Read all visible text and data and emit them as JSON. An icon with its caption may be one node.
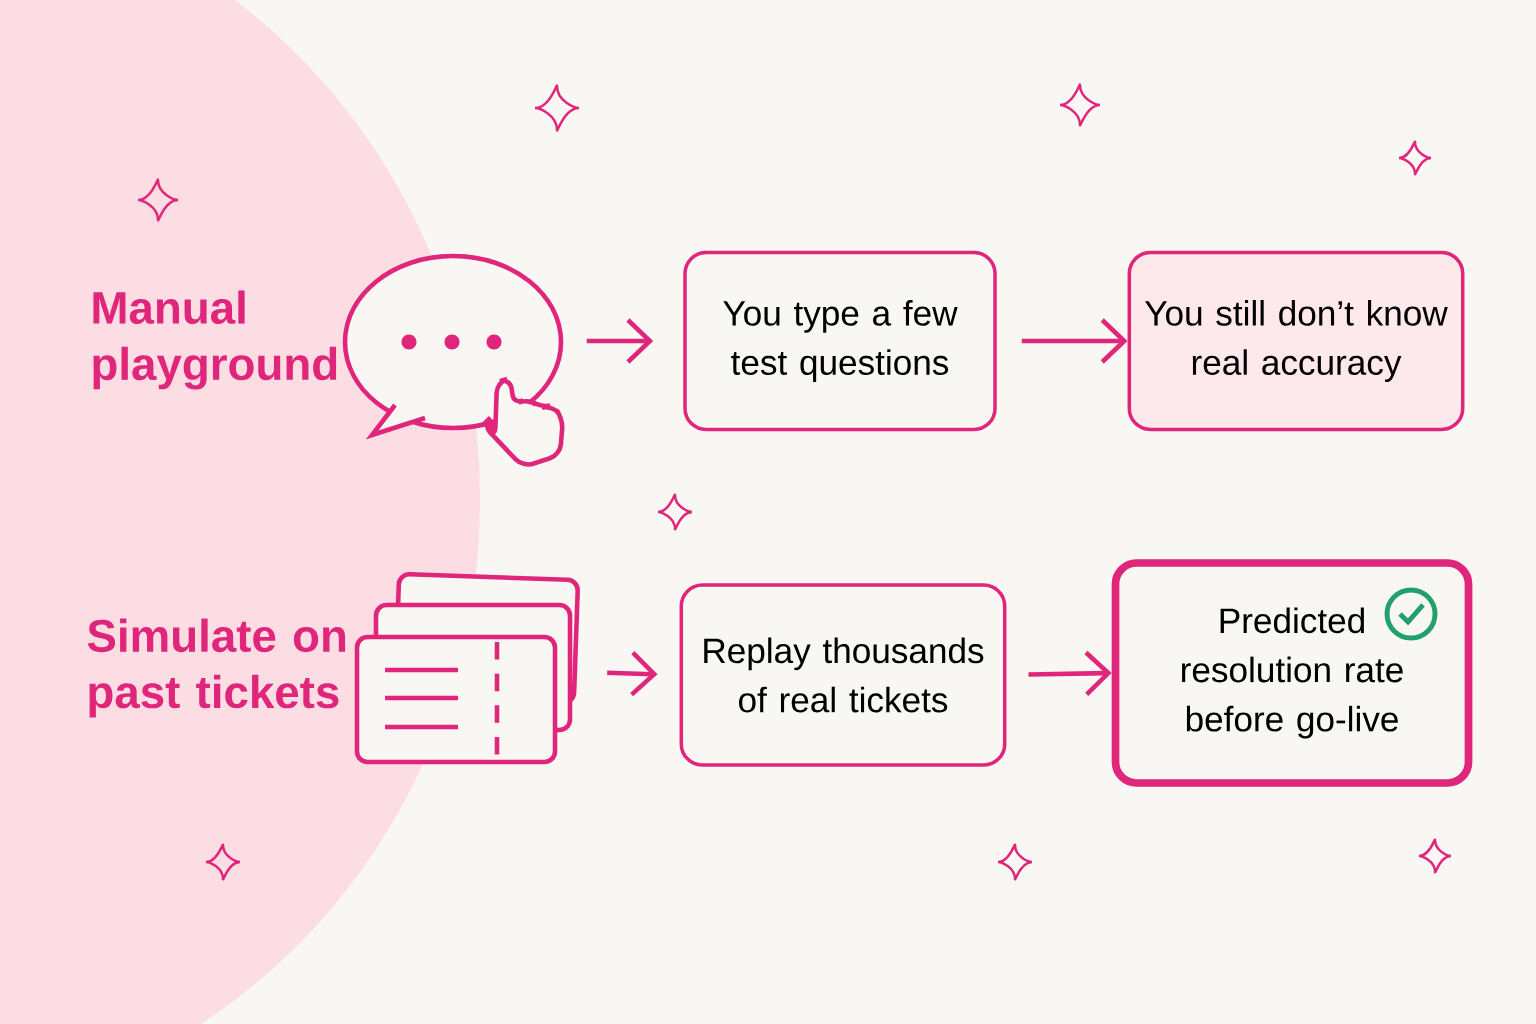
{
  "diagram": {
    "nodes": [
      {
        "text": [],
        "shape": "picture"
      },
      {
        "text": [
          "You type a few test questions"
        ]
      },
      {
        "text": [
          "You still don’t know real accuracy"
        ]
      },
      {
        "text": [],
        "shape": "picture"
      },
      {
        "text": [
          "Replay thousands of real tickets"
        ]
      },
      {
        "text": [
          "Predicted resolution rate before go-live"
        ]
      }
    ],
    "edges": [
      {
        "from": 0,
        "to": 1,
        "arrow": "to"
      },
      {
        "from": 1,
        "to": 2,
        "arrow": "to"
      },
      {
        "from": 3,
        "to": 4,
        "arrow": "to"
      },
      {
        "from": 4,
        "to": 5,
        "arrow": "to"
      }
    ],
    "labels": [
      "Manual playground",
      "Simulate on past tickets"
    ]
  }
}
